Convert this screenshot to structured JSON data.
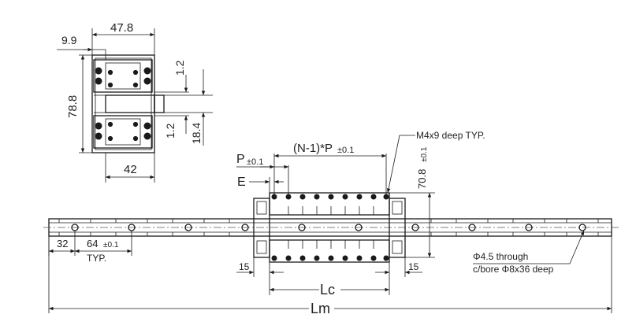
{
  "labels": {
    "dim_47_8": "47.8",
    "dim_9_9": "9.9",
    "dim_78_8": "78.8",
    "dim_1_2_top": "1.2",
    "dim_1_2_bottom": "1.2",
    "dim_18_4": "18.4",
    "dim_42": "42",
    "dim_p": "P",
    "tol_p": "±0.1",
    "dim_n1p": "(N-1)*P",
    "tol_n1p": "±0.1",
    "dim_e": "E",
    "note_m4": "M4x9 deep TYP.",
    "dim_70_8": "70.8",
    "tol_70_8": "±0.1",
    "dim_32": "32",
    "dim_64": "64",
    "tol_64": "±0.1",
    "typ": "TYP.",
    "dim_15_left": "15",
    "dim_15_right": "15",
    "dim_lc": "Lc",
    "dim_lm": "Lm",
    "note_hole_1": "Φ4.5 through",
    "note_hole_2": "c/bore Φ8x36 deep"
  }
}
